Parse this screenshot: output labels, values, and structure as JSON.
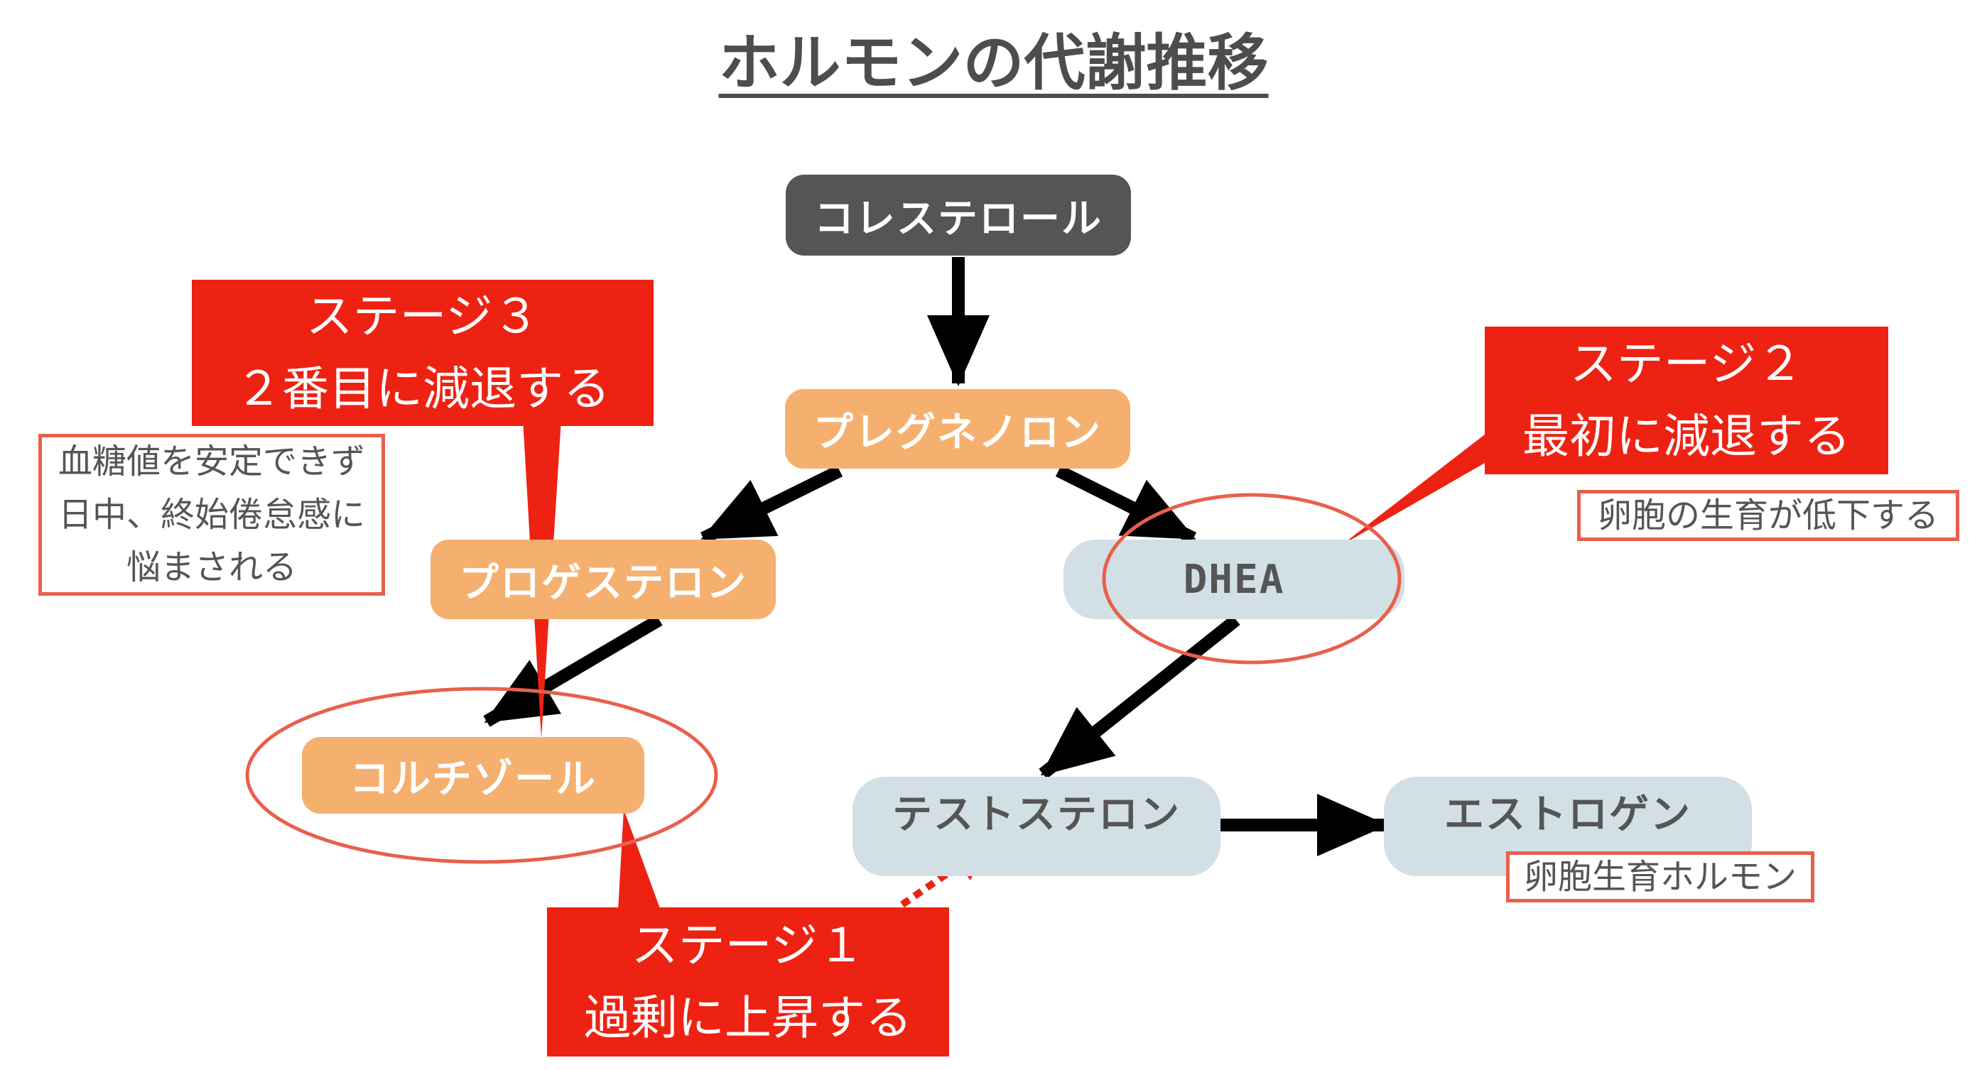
{
  "title": "ホルモンの代謝推移",
  "nodes": {
    "cholesterol": "コレステロール",
    "pregnenolone": "プレグネノロン",
    "progesterone": "プロゲステロン",
    "dhea": "DHEA",
    "cortisol": "コルチゾール",
    "testosterone": "テストステロン",
    "estrogen": "エストロゲン"
  },
  "callouts": {
    "stage3": {
      "line1": "ステージ３",
      "line2": "２番目に減退する"
    },
    "stage2": {
      "line1": "ステージ２",
      "line2": "最初に減退する"
    },
    "stage1": {
      "line1": "ステージ１",
      "line2": "過剰に上昇する"
    }
  },
  "notes": {
    "blood_sugar": {
      "line1": "血糖値を安定できず",
      "line2": "日中、終始倦怠感に",
      "line3": "悩まされる"
    },
    "follicle_decline": "卵胞の生育が低下する",
    "follicle_hormone": "卵胞生育ホルモン"
  },
  "colors": {
    "dark_node": "#555555",
    "orange_node": "#f5b06f",
    "blue_node": "#d2e0e5",
    "callout_red": "#ee2213",
    "outline_red": "#e8604c",
    "arrow": "#000000"
  }
}
